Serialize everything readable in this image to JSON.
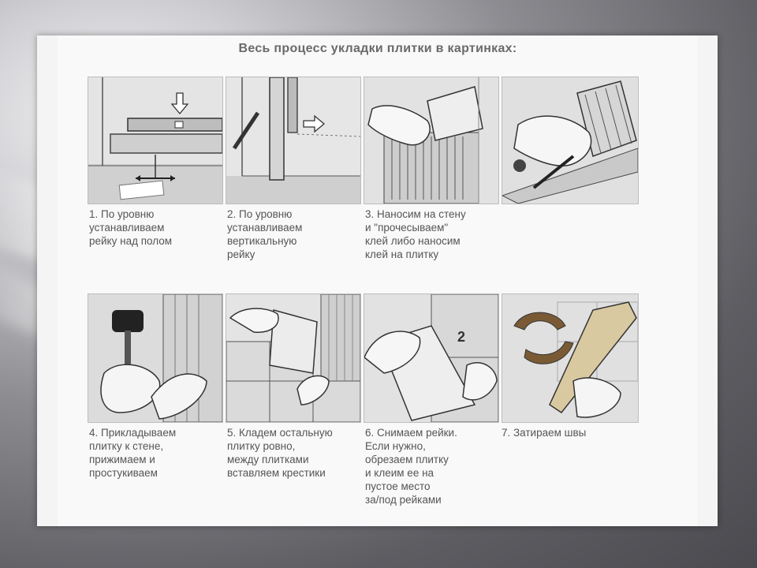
{
  "title": "Весь процесс укладки плитки в картинках:",
  "steps": [
    {
      "caption": "1. По уровню\nустанавливаем\nрейку над полом"
    },
    {
      "caption": "2. По уровню\nустанавливаем\nвертикальную\nрейку"
    },
    {
      "caption": "3. Наносим на стену\nи \"прочесываем\"\nклей либо наносим\nклей на плитку"
    },
    {
      "caption": ""
    },
    {
      "caption": "4. Прикладываем\nплитку к стене,\nприжимаем и\nпростукиваем"
    },
    {
      "caption": "5. Кладем остальную\nплитку ровно,\nмежду плитками\nвставляем крестики"
    },
    {
      "caption": "6. Снимаем рейки.\nЕсли нужно,\nобрезаем плитку\nи клеим ее на\nпустое место\nза/под рейками"
    },
    {
      "caption": "7. Затираем швы"
    }
  ],
  "panel_mark": "2"
}
